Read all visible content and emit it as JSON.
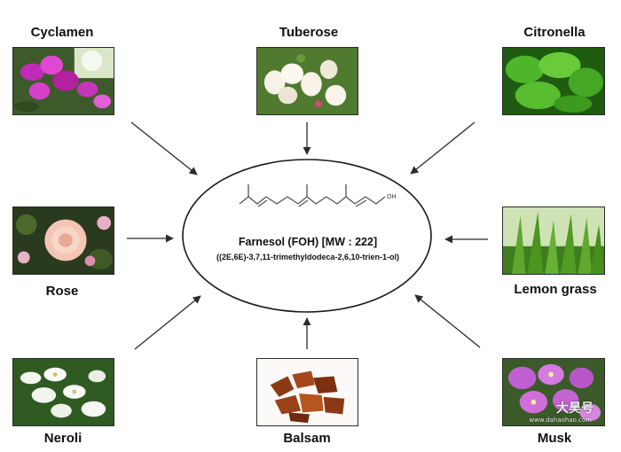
{
  "header_fragment": "",
  "sources": {
    "cyclamen": "Cyclamen",
    "tuberose": "Tuberose",
    "citronella": "Citronella",
    "rose": "Rose",
    "lemon_grass": "Lemon grass",
    "neroli": "Neroli",
    "balsam": "Balsam",
    "musk": "Musk"
  },
  "center": {
    "compound": "Farnesol (FOH) [MW : 222]",
    "iupac_name": "((2E,6E)-3,7,11-trimethyldodeca-2,6,10-trien-1-ol)",
    "oh_label": "OH"
  },
  "watermark": {
    "main": "大昊号",
    "sub": "www.dahaohao.com"
  },
  "colors": {
    "arrow": "#2b2b2b",
    "ellipse_stroke": "#1a1a1a"
  }
}
